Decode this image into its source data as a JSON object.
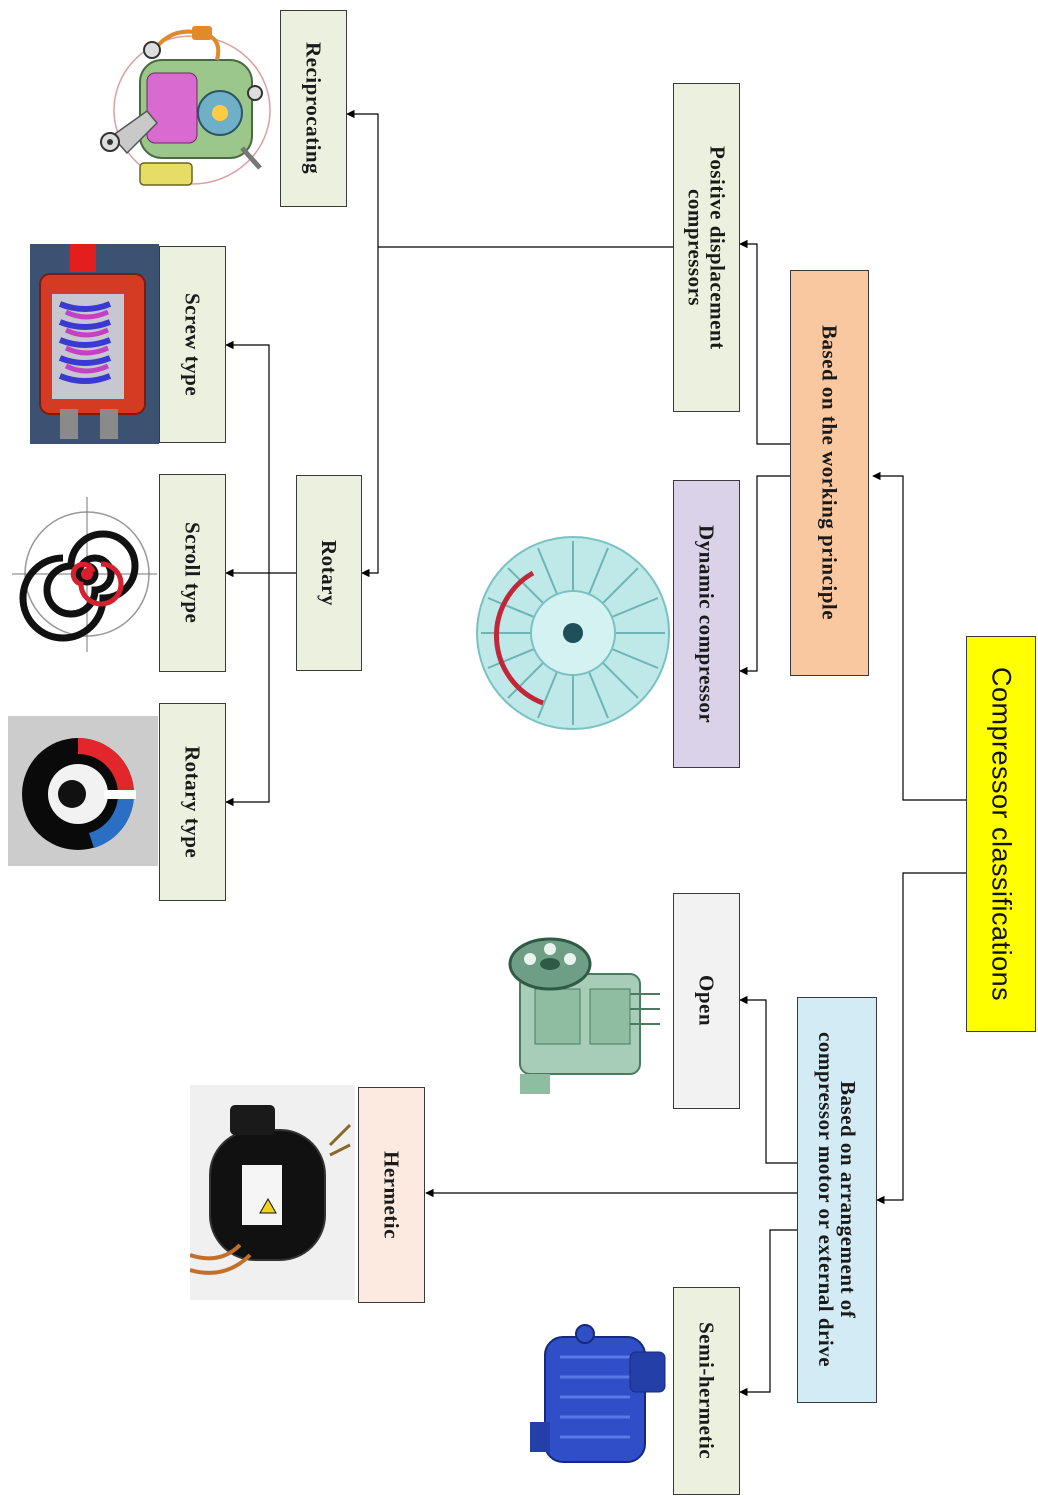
{
  "diagram": {
    "title": "Compressor classifications",
    "groups": {
      "working_principle": "Based on the working principle",
      "motor_arrangement": "Based on arrangement of\ncompressor motor or external drive"
    },
    "nodes": {
      "positive_displacement": "Positive displacement\ncompressors",
      "dynamic": "Dynamic compressor",
      "reciprocating": "Reciprocating",
      "rotary": "Rotary",
      "screw": "Screw type",
      "scroll": "Scroll type",
      "rotary_type": "Rotary type",
      "open": "Open",
      "hermetic": "Hermetic",
      "semi_hermetic": "Semi-hermetic"
    },
    "colors": {
      "title_fill": "#ffff00",
      "working_principle_fill": "#fac8a0",
      "motor_arrangement_fill": "#d2ebf5",
      "dynamic_fill": "#d9d2e9",
      "green_fill": "#ebf1de",
      "open_fill": "#f2f2f2",
      "hermetic_fill": "#fce9df",
      "line": "#000000"
    },
    "icons": {
      "reciprocating": "reciprocating-compressor-cutaway-icon",
      "screw": "screw-compressor-rotors-icon",
      "scroll": "scroll-spiral-icon",
      "rotary_type": "rotary-vane-icon",
      "dynamic": "centrifugal-impeller-icon",
      "open": "open-compressor-flywheel-icon",
      "hermetic": "hermetic-compressor-shell-icon",
      "semi_hermetic": "semi-hermetic-compressor-icon"
    }
  }
}
